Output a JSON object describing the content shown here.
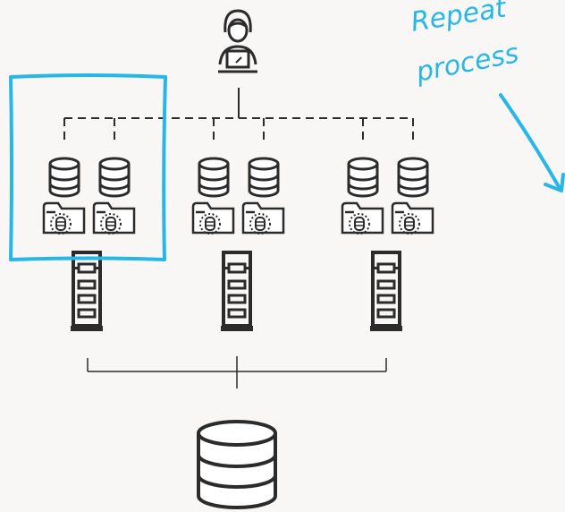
{
  "annotation": {
    "line1": "Repeat",
    "line2": "process",
    "color": "#27b6e8"
  },
  "colors": {
    "background": "#f8f7f6",
    "icon_stroke": "#2b2b2b",
    "connector": "#2b2b2b",
    "highlight": "#27b6e8"
  },
  "icons": {
    "user": "user-laptop-icon",
    "partition_db": "database-icon",
    "folder": "folder-database-icon",
    "server": "server-rack-icon",
    "central_db": "database-icon"
  },
  "groups": [
    {
      "name": "group-1",
      "highlighted": true
    },
    {
      "name": "group-2",
      "highlighted": false
    },
    {
      "name": "group-3",
      "highlighted": false
    }
  ]
}
